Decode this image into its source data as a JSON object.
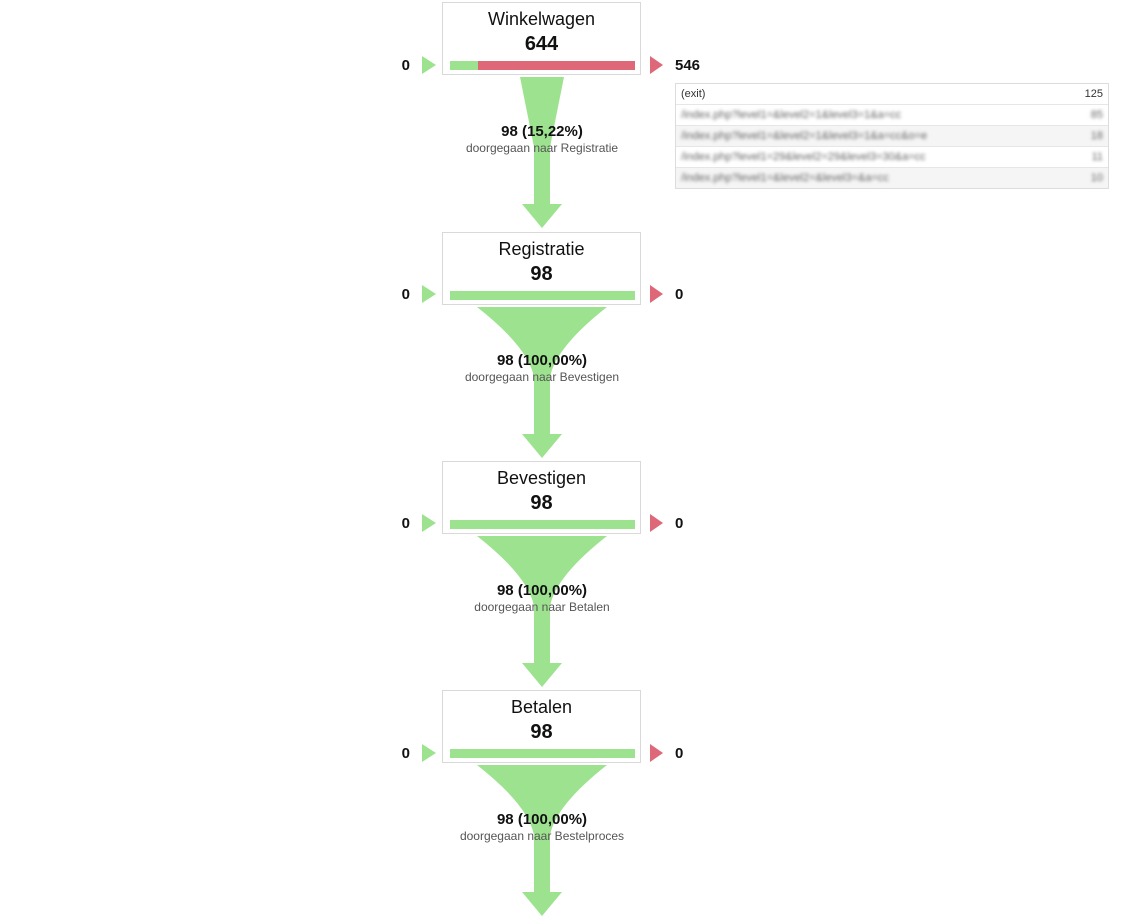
{
  "colors": {
    "conversion": "#9de38f",
    "exit": "#de6878",
    "border": "#d9d9d9"
  },
  "steps": [
    {
      "name": "Winkelwagen",
      "count": "644",
      "entries": "0",
      "exits": "546",
      "exit_fraction": 0.848
    },
    {
      "name": "Registratie",
      "count": "98",
      "entries": "0",
      "exits": "0",
      "exit_fraction": 0
    },
    {
      "name": "Bevestigen",
      "count": "98",
      "entries": "0",
      "exits": "0",
      "exit_fraction": 0
    },
    {
      "name": "Betalen",
      "count": "98",
      "entries": "0",
      "exits": "0",
      "exit_fraction": 0
    }
  ],
  "conversions": [
    {
      "value": "98 (15,22%)",
      "label": "doorgegaan naar Registratie",
      "fraction": 0.1522
    },
    {
      "value": "98 (100,00%)",
      "label": "doorgegaan naar Bevestigen",
      "fraction": 1.0
    },
    {
      "value": "98 (100,00%)",
      "label": "doorgegaan naar Betalen",
      "fraction": 1.0
    },
    {
      "value": "98 (100,00%)",
      "label": "doorgegaan naar Bestelproces",
      "fraction": 1.0
    }
  ],
  "exit_table": {
    "rows": [
      {
        "page": "(exit)",
        "count": "125"
      },
      {
        "page": "/index.php?level1=&level2=1&level3=1&a=cc",
        "count": "85"
      },
      {
        "page": "/index.php?level1=&level2=1&level3=1&a=cc&o=e",
        "count": "18"
      },
      {
        "page": "/index.php?level1=29&level2=29&level3=30&a=cc",
        "count": "11"
      },
      {
        "page": "/index.php?level1=&level2=&level3=&a=cc",
        "count": "10"
      }
    ]
  }
}
